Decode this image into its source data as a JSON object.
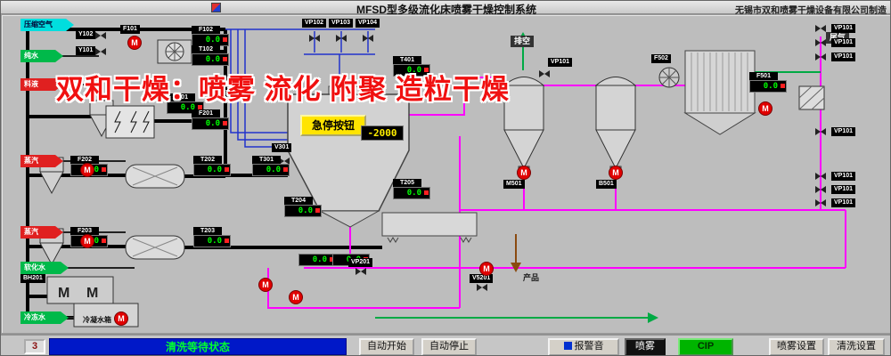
{
  "titlebar": {
    "title": "MFSD型多级流化床喷雾干燥控制系统",
    "company": "无锡市双和喷雾干燥设备有限公司制造"
  },
  "watermark": "双和干燥：喷雾 流化 附聚 造粒干燥",
  "inputs": [
    "压缩空气",
    "纯水",
    "料液",
    "蒸汽",
    "蒸汽",
    "软化水",
    "冷冻水"
  ],
  "outputs": {
    "vent": "排空",
    "tail_gas": "尾气",
    "product": "产品"
  },
  "chamber": {
    "estop_label": "急停按钮",
    "pressure": "-2000"
  },
  "displays": [
    {
      "tag": "F102",
      "value": "0.0"
    },
    {
      "tag": "T102",
      "value": "0.0"
    },
    {
      "tag": "T201",
      "value": "0.0"
    },
    {
      "tag": "F201",
      "value": "0.0"
    },
    {
      "tag": "F202",
      "value": "0.0"
    },
    {
      "tag": "T202",
      "value": "0.0"
    },
    {
      "tag": "T301",
      "value": "0.0"
    },
    {
      "tag": "F203",
      "value": "0.0"
    },
    {
      "tag": "T203",
      "value": "0.0"
    },
    {
      "tag": "T401",
      "value": "0.0"
    },
    {
      "tag": "T204",
      "value": "0.0"
    },
    {
      "tag": "T205",
      "value": "0.0"
    },
    {
      "tag": "",
      "value": "0.0"
    },
    {
      "tag": "",
      "value": "0.0"
    },
    {
      "tag": "F501",
      "value": "0.0"
    }
  ],
  "valve_tags": [
    "Y102",
    "Y101",
    "F101",
    "VP102",
    "VP103",
    "VP104",
    "VP101",
    "VP101",
    "VP101",
    "VP101",
    "VP101",
    "VP101",
    "VP101",
    "VP101",
    "VP201",
    "V301",
    "V5201",
    "BH201",
    "M501",
    "B501",
    "F502"
  ],
  "misc": {
    "pump": "M",
    "mm_left": "M",
    "mm_right": "M",
    "tank": "冷凝水箱"
  },
  "bottom": {
    "counter": "3",
    "status": "清洗等待状态",
    "auto_start": "自动开始",
    "auto_stop": "自动停止",
    "mute": "报警音",
    "spray": "喷雾",
    "cip": "CIP",
    "spray_settings": "喷雾设置",
    "clean_settings": "清洗设置"
  }
}
